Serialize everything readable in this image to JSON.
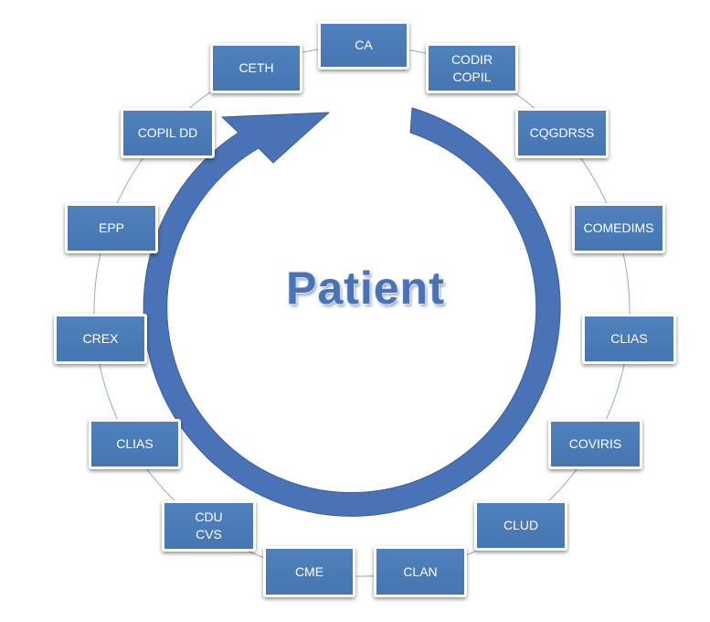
{
  "diagram": {
    "center_label": "Patient",
    "colors": {
      "node_fill": "#4f81bd",
      "node_border": "#ffffff",
      "arrow_fill": "#4a72b7",
      "ring_line": "#8eaad2",
      "center_text": "#4a72b7"
    },
    "nodes": [
      {
        "id": "ca",
        "label": "CA"
      },
      {
        "id": "codir-copil",
        "label": "CODIR\nCOPIL"
      },
      {
        "id": "cqgdrss",
        "label": "CQGDRSS"
      },
      {
        "id": "comedims",
        "label": "COMEDIMS"
      },
      {
        "id": "clias-right",
        "label": "CLIAS"
      },
      {
        "id": "coviris",
        "label": "COVIRIS"
      },
      {
        "id": "clud",
        "label": "CLUD"
      },
      {
        "id": "clan",
        "label": "CLAN"
      },
      {
        "id": "cme",
        "label": "CME"
      },
      {
        "id": "cdu-cvs",
        "label": "CDU\nCVS"
      },
      {
        "id": "clias-left",
        "label": "CLIAS"
      },
      {
        "id": "crex",
        "label": "CREX"
      },
      {
        "id": "epp",
        "label": "EPP"
      },
      {
        "id": "copil-dd",
        "label": "COPIL DD"
      },
      {
        "id": "ceth",
        "label": "CETH"
      }
    ]
  }
}
